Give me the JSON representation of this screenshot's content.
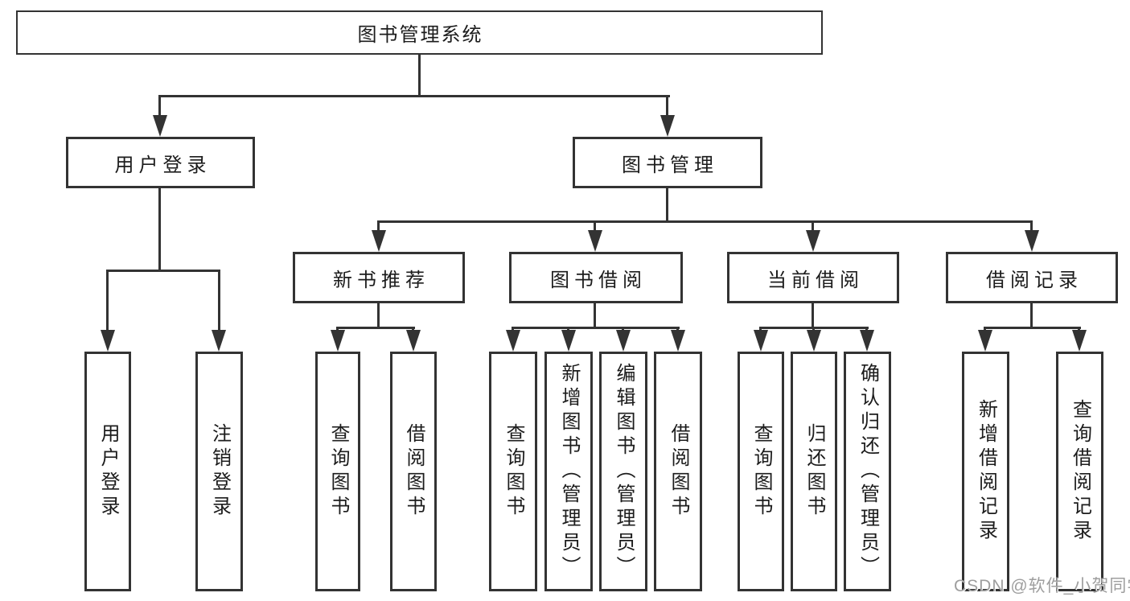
{
  "tree": {
    "label": "图书管理系统",
    "children": [
      {
        "label": "用户登录",
        "children": [
          {
            "label": "用户登录"
          },
          {
            "label": "注销登录"
          }
        ]
      },
      {
        "label": "图书管理",
        "children": [
          {
            "label": "新书推荐",
            "children": [
              {
                "label": "查询图书"
              },
              {
                "label": "借阅图书"
              }
            ]
          },
          {
            "label": "图书借阅",
            "children": [
              {
                "label": "查询图书"
              },
              {
                "label": "新增图书（管理员）"
              },
              {
                "label": "编辑图书（管理员）"
              },
              {
                "label": "借阅图书"
              }
            ]
          },
          {
            "label": "当前借阅",
            "children": [
              {
                "label": "查询图书"
              },
              {
                "label": "归还图书"
              },
              {
                "label": "确认归还（管理员）"
              }
            ]
          },
          {
            "label": "借阅记录",
            "children": [
              {
                "label": "新增借阅记录"
              },
              {
                "label": "查询借阅记录"
              }
            ]
          }
        ]
      }
    ]
  },
  "colors": {
    "line": "#333333",
    "text": "#1c1c1c",
    "watermark_text": "#9e9e9e"
  },
  "watermark": "CSDN @软件_小贺同学"
}
